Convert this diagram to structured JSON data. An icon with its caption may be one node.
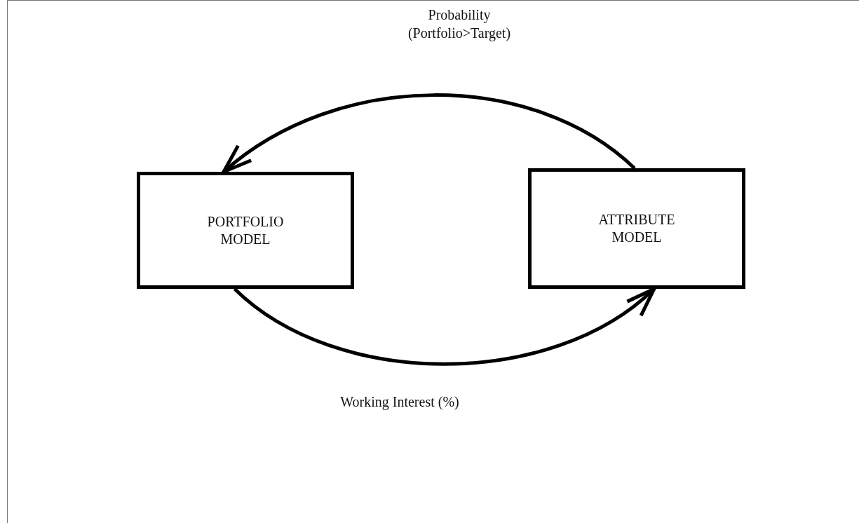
{
  "diagram": {
    "nodes": [
      {
        "text": [
          "PORTFOLIO MODEL"
        ]
      },
      {
        "text": [
          "ATTRIBUTE MODEL"
        ]
      }
    ],
    "edges": [
      {
        "from": 1,
        "to": 0,
        "arrow": "to",
        "label": "Probability (Portfolio>Target)"
      },
      {
        "from": 0,
        "to": 1,
        "arrow": "to",
        "label": "Working Interest (%)"
      }
    ]
  }
}
